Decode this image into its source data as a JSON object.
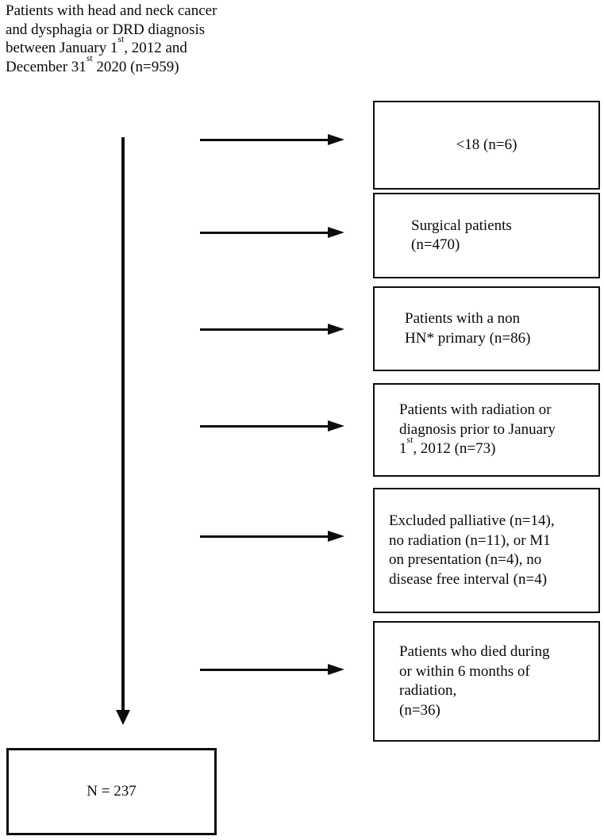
{
  "header": {
    "line1": "Patients with head and neck cancer",
    "line2": "and dysphagia or DRD diagnosis",
    "line3": {
      "pre": "between January 1",
      "sup": "st",
      "post": ", 2012 and"
    },
    "line4": {
      "pre": "December 31",
      "sup": "st",
      "post": " 2020 (n=959)"
    }
  },
  "exclusion_boxes": [
    {
      "line1": "<18 (n=6)"
    },
    {
      "line1": "Surgical patients",
      "line2": "(n=470)"
    },
    {
      "line1": "Patients with a non",
      "line2": "HN* primary (n=86)"
    },
    {
      "line1": "Patients with radiation or",
      "line2": "diagnosis prior to January",
      "line3": {
        "pre": "1",
        "sup": "st",
        "post": ", 2012 (n=73)"
      }
    },
    {
      "line1": "Excluded palliative (n=14),",
      "line2": "no radiation (n=11), or M1",
      "line3": "on presentation (n=4), no",
      "line4": "disease free interval (n=4)"
    },
    {
      "line1": "Patients who died during",
      "line2": "or within 6 months of",
      "line3": "radiation,",
      "line4": "(n=36)"
    }
  ],
  "final_box": {
    "label": "N = 237"
  }
}
